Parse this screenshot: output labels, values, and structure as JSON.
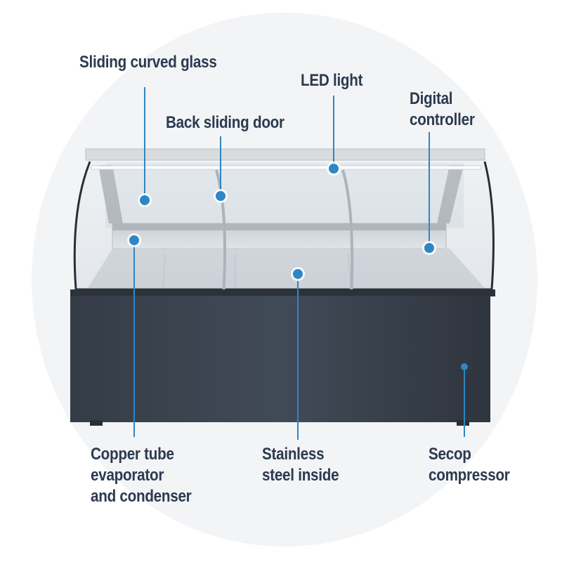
{
  "callouts": {
    "sliding_curved_glass": "Sliding curved glass",
    "led_light": "LED light",
    "back_sliding_door": "Back sliding door",
    "digital_controller_line1": "Digital",
    "digital_controller_line2": "controller",
    "copper_tube_line1": "Copper tube",
    "copper_tube_line2": "evaporator",
    "copper_tube_line3": "and condenser",
    "stainless_line1": "Stainless",
    "stainless_line2": "steel inside",
    "secop_line1": "Secop",
    "secop_line2": "compressor"
  },
  "colors": {
    "accent": "#2f86c4",
    "text": "#2b3a4f",
    "cabinet": "#3b4350",
    "background_circle": "#f3f4f6"
  }
}
